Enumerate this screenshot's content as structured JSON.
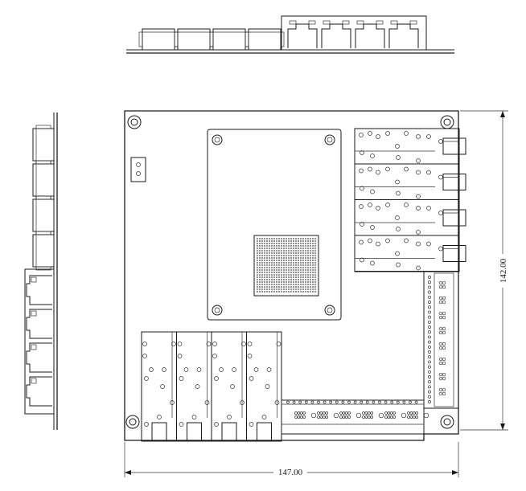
{
  "drawing": {
    "dimensions": {
      "width_label": "147.00",
      "height_label": "142.00"
    },
    "colors": {
      "line": "#1a1a1a",
      "background": "#ffffff",
      "bga_dot": "#444444"
    },
    "counts": {
      "top_sfp_cages": 4,
      "top_rj45_ports": 4,
      "left_sfp_cages": 4,
      "left_rj45_ports": 4,
      "right_sfp_modules": 4,
      "bottom_sfp_modules": 4,
      "mounting_holes": 4
    }
  }
}
